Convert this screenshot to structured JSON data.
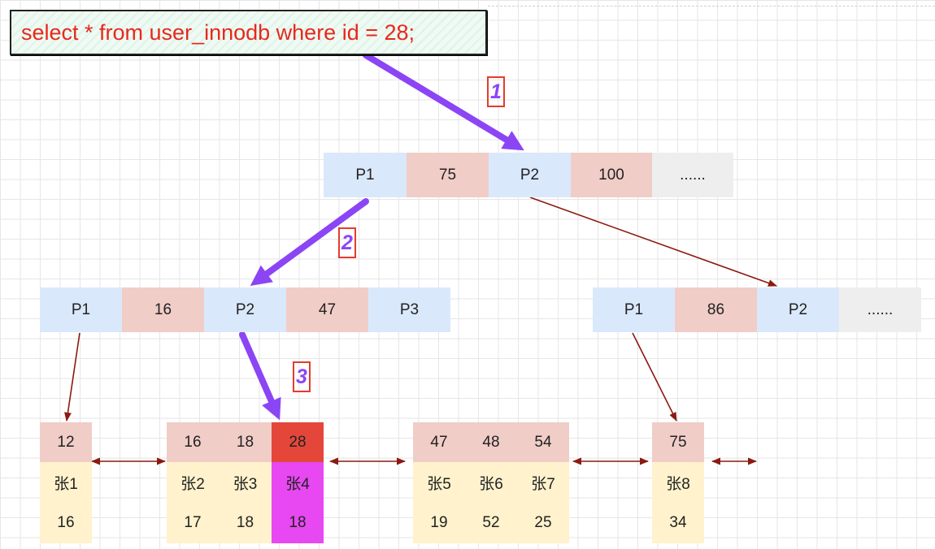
{
  "query": "select * from user_innodb where id = 28;",
  "steps": [
    "1",
    "2",
    "3"
  ],
  "root": [
    "P1",
    "75",
    "P2",
    "100",
    "......"
  ],
  "internal_left": [
    "P1",
    "16",
    "P2",
    "47",
    "P3"
  ],
  "internal_right": [
    "P1",
    "86",
    "P2",
    "......"
  ],
  "leaf1": {
    "keys": [
      "12"
    ],
    "names": [
      "张1"
    ],
    "ages": [
      "16"
    ]
  },
  "leaf2": {
    "keys": [
      "16",
      "18",
      "28"
    ],
    "names": [
      "张2",
      "张3",
      "张4"
    ],
    "ages": [
      "17",
      "18",
      "18"
    ]
  },
  "leaf3": {
    "keys": [
      "47",
      "48",
      "54"
    ],
    "names": [
      "张5",
      "张6",
      "张7"
    ],
    "ages": [
      "19",
      "52",
      "25"
    ]
  },
  "leaf4": {
    "keys": [
      "75"
    ],
    "names": [
      "张8"
    ],
    "ages": [
      "34"
    ]
  },
  "colors": {
    "search_arrow": "#8b45f5",
    "link_arrow": "#8b1a10",
    "hit_key": "#e4473a",
    "hit_row": "#e748f1"
  }
}
